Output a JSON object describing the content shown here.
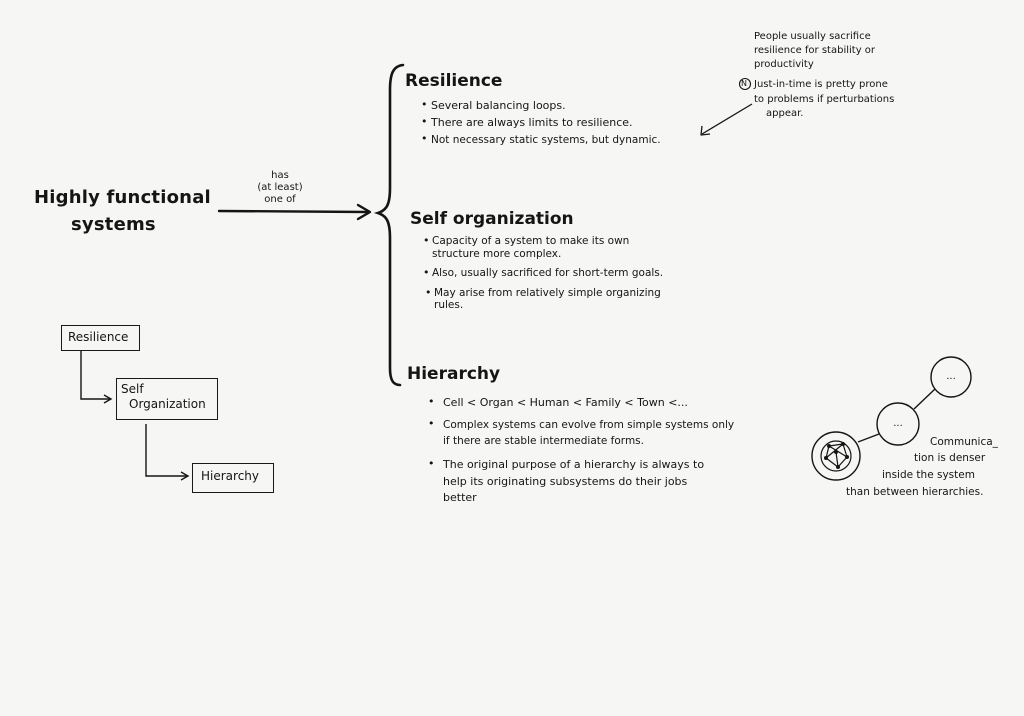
{
  "main_topic": [
    "Highly functional",
    "systems"
  ],
  "arrow_label": [
    "has",
    "(at least)",
    "one of"
  ],
  "sections": {
    "resilience": {
      "title": "Resilience",
      "bullets": [
        "Several balancing loops.",
        "There are always limits to resilience.",
        "Not necessary static systems, but dynamic."
      ]
    },
    "self_organization": {
      "title": "Self organization",
      "bullets": [
        [
          "Capacity of a system to make its own",
          "structure more complex."
        ],
        [
          "Also, usually sacrificed for short-term goals."
        ],
        [
          "May arise from relatively simple organizing",
          "rules."
        ]
      ]
    },
    "hierarchy": {
      "title": "Hierarchy",
      "bullets": [
        [
          "Cell < Organ < Human < Family < Town <..."
        ],
        [
          "Complex systems can evolve from simple systems only",
          "if there are stable intermediate forms."
        ],
        [
          "The original purpose of a hierarchy is always to",
          "help its originating subsystems do their jobs",
          "better"
        ]
      ]
    }
  },
  "side_note": {
    "top": [
      "People usually sacrifice",
      "resilience for stability or",
      "productivity"
    ],
    "marker": "N",
    "bottom": [
      "Just-in-time is pretty prone",
      "to problems if perturbations",
      "appear."
    ]
  },
  "boxes": {
    "resilience": "Resilience",
    "self_organization": [
      "Self",
      "Organization"
    ],
    "hierarchy": "Hierarchy"
  },
  "nodes": {
    "top": "...",
    "middle": "..."
  },
  "communication_note": [
    "Communica_",
    "tion is denser",
    "inside the system",
    "than between hierarchies."
  ]
}
